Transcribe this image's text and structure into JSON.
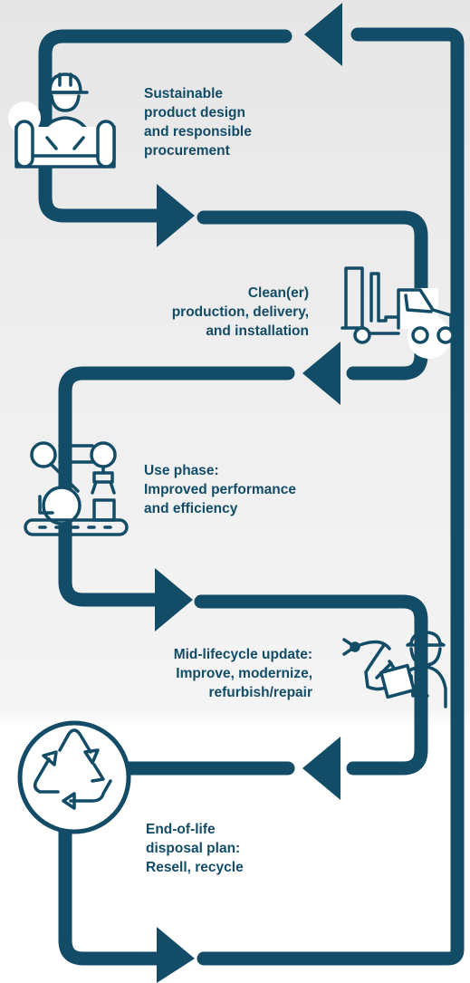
{
  "colors": {
    "path": "#134c66",
    "text": "#134c66",
    "background_gray": "#eeeeee"
  },
  "steps": [
    {
      "label": "Sustainable\nproduct design\nand responsible\nprocurement",
      "icon": "engineer-blueprint-icon"
    },
    {
      "label": "Clean(er)\nproduction, delivery,\nand installation",
      "icon": "truck-forklift-icon"
    },
    {
      "label": "Use phase:\nImproved performance\nand efficiency",
      "icon": "robot-arm-conveyor-icon"
    },
    {
      "label": "Mid-lifecycle update:\nImprove, modernize,\nrefurbish/repair",
      "icon": "technician-robot-repair-icon"
    },
    {
      "label": "End-of-life\ndisposal plan:\nResell, recycle",
      "icon": "recycle-icon"
    }
  ]
}
